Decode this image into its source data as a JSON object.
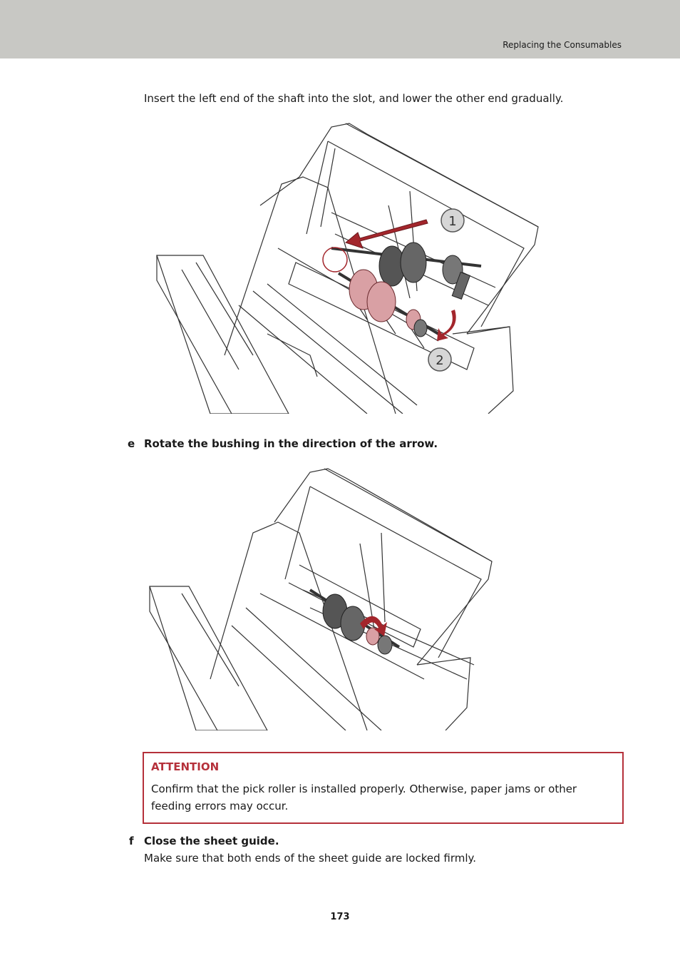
{
  "header": {
    "section_title": "Replacing the Consumables"
  },
  "intro": {
    "text": "Insert the left end of the shaft into the slot, and lower the other end gradually."
  },
  "figure1": {
    "callouts": [
      "1",
      "2"
    ]
  },
  "step_e": {
    "letter": "e",
    "title": "Rotate the bushing in the direction of the arrow."
  },
  "attention": {
    "label": "ATTENTION",
    "body": "Confirm that the pick roller is installed properly. Otherwise, paper jams or other feeding errors may occur."
  },
  "step_f": {
    "letter": "f",
    "title": "Close the sheet guide.",
    "body": "Make sure that both ends of the sheet guide are locked firmly."
  },
  "footer": {
    "page_number": "173"
  },
  "colors": {
    "accent": "#b5303a",
    "header_band": "#c8c8c4",
    "arrow": "#a3262c",
    "roller_pink": "#d9a0a4"
  }
}
